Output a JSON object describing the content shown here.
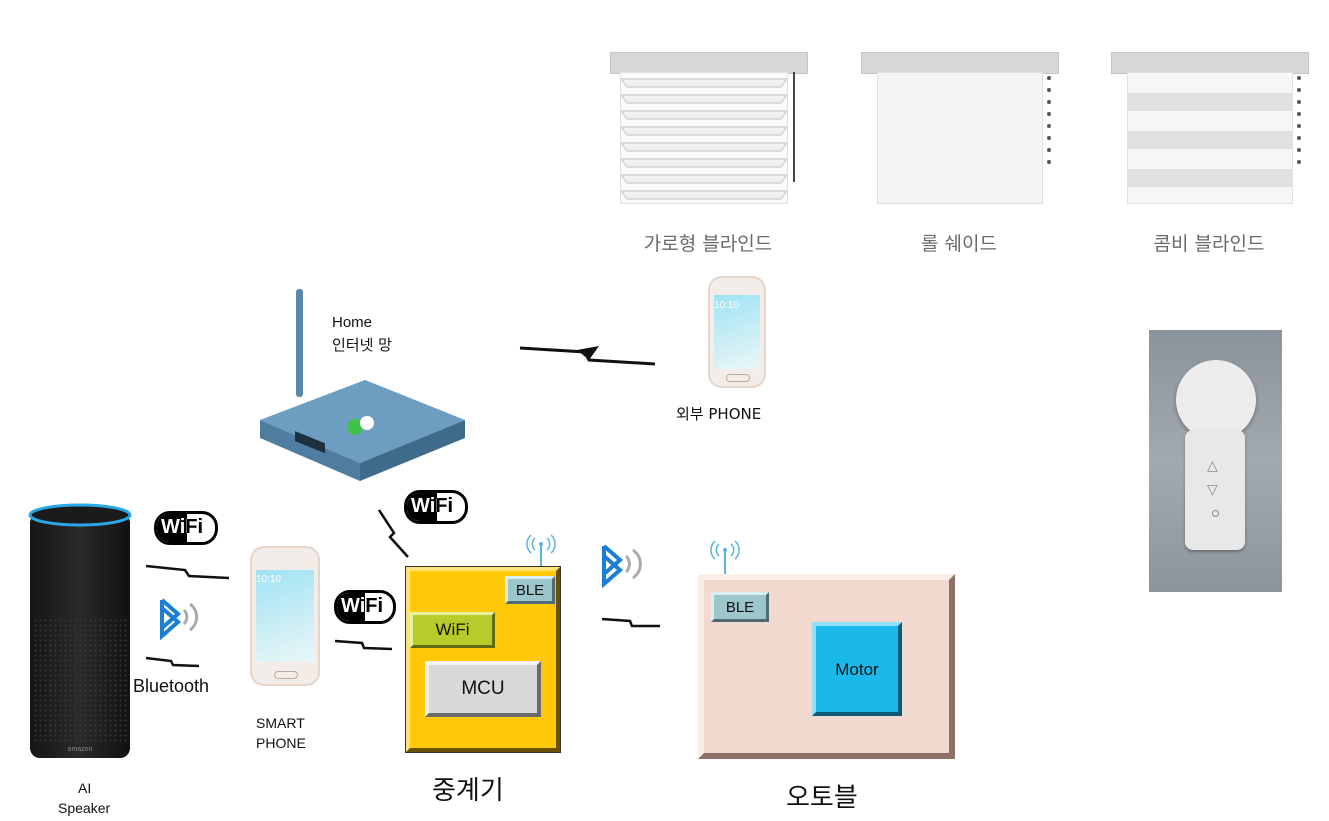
{
  "blinds": [
    {
      "label": "가로형 블라인드",
      "style": "horizontal-slats"
    },
    {
      "label": "롤 쉐이드",
      "style": "roller"
    },
    {
      "label": "콤비 블라인드",
      "style": "combi-stripes"
    }
  ],
  "labels": {
    "home_router_line1": "Home",
    "home_router_line2": "인터넷 망",
    "external_phone": "외부 PHONE",
    "ai_speaker_line1": "AI",
    "ai_speaker_line2": "Speaker",
    "bluetooth": "Bluetooth",
    "smart_phone_line1": "SMART",
    "smart_phone_line2": "PHONE",
    "repeater": "중계기",
    "autoblind": "오토블"
  },
  "repeater_chips": {
    "ble": "BLE",
    "wifi": "WiFi",
    "mcu": "MCU"
  },
  "autoblind_chips": {
    "ble": "BLE",
    "motor": "Motor"
  },
  "wifi_badges": [
    "WiFi",
    "WiFi",
    "WiFi"
  ],
  "phone_time": "10:10",
  "colors": {
    "repeater_fill": "#ffc808",
    "autoblind_fill": "#f2d9d0",
    "ble_chip": "#9cc5cc",
    "wifi_chip": "#b6cc2a",
    "mcu_chip": "#d8d8d8",
    "motor_chip": "#1bb8ea",
    "router": "#5a8fb3",
    "bluetooth": "#1c7fd6",
    "antenna": "#5ab4e0"
  },
  "icons": [
    "bluetooth-icon",
    "wifi-logo",
    "antenna-icon",
    "lightning-link-icon",
    "router-image",
    "smart-speaker-image",
    "phone-image",
    "wall-switch-image"
  ]
}
